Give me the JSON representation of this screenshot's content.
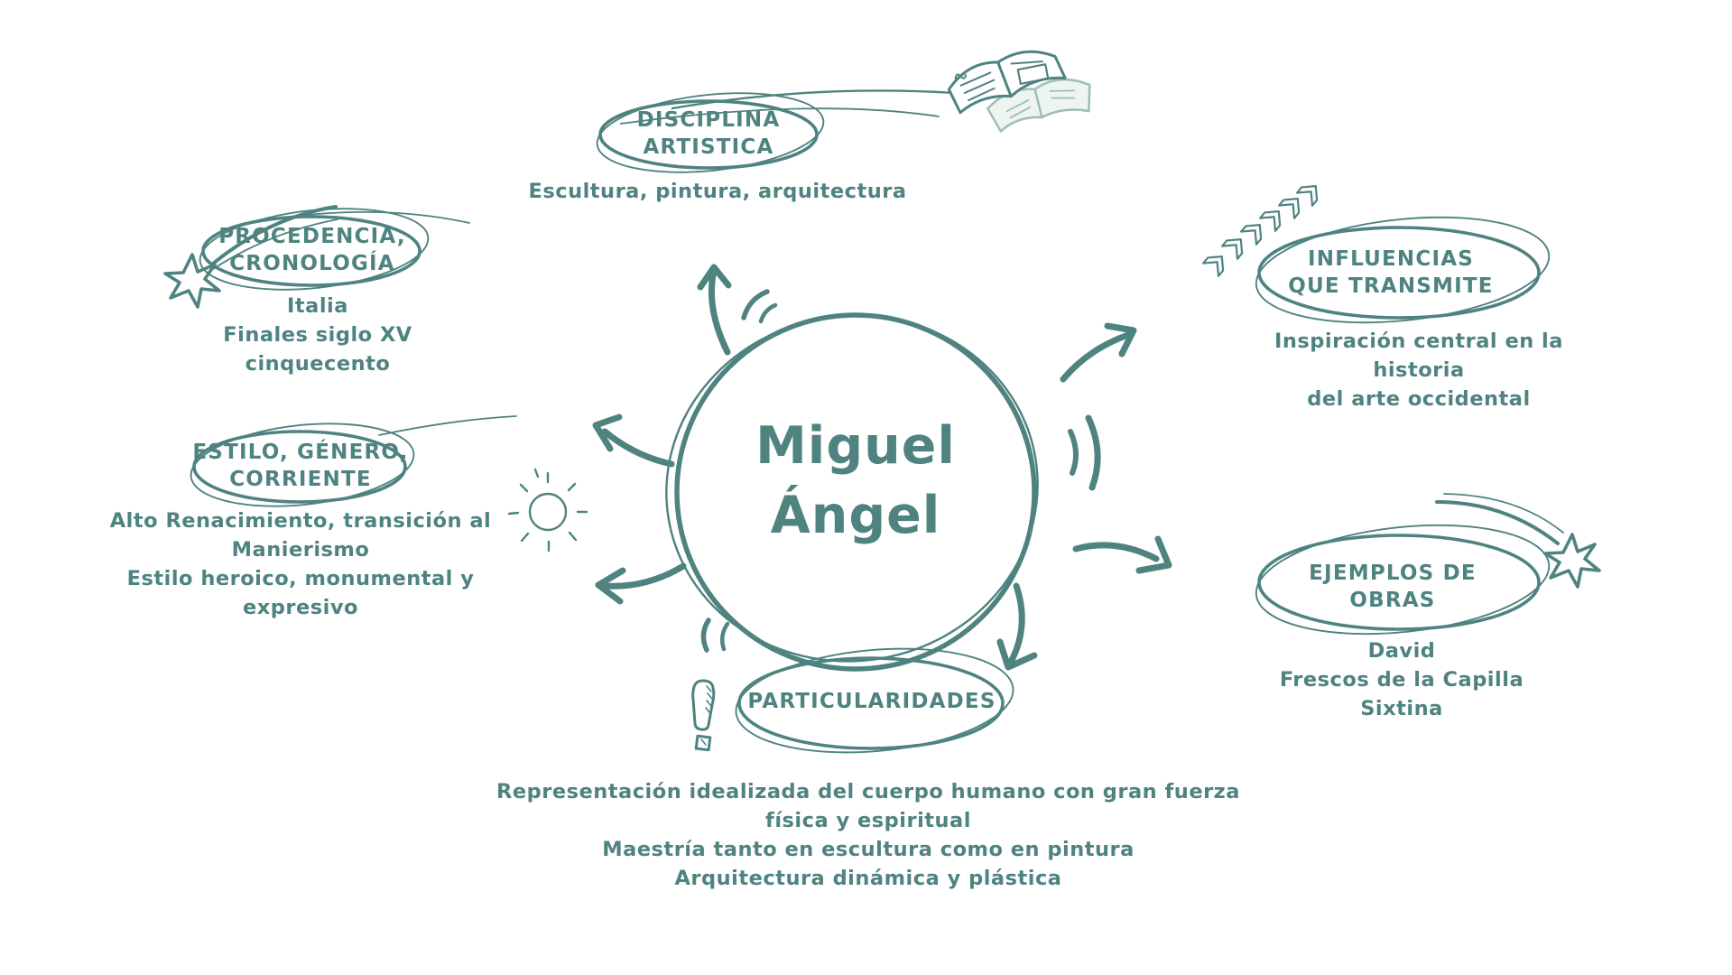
{
  "title": "Miguel Ángel mind map",
  "colors": {
    "ink": "#4e8380",
    "ink_light": "#9cbfb2",
    "paper": "#ffffff",
    "book_fill": "#eef4f0",
    "page_tint": "#dce9e3"
  },
  "center": {
    "title": "Miguel\nÁngel"
  },
  "nodes": {
    "disciplina": {
      "label": "DISCIPLINA\nARTISTICA",
      "detail": "Escultura, pintura, arquitectura"
    },
    "procedencia": {
      "label": "PROCEDENCIA,\nCRONOLOGÍA",
      "detail": "Italia\nFinales siglo XV\ncinquecento"
    },
    "estilo": {
      "label": "ESTILO, GÉNERO,\nCORRIENTE",
      "detail": "Alto Renacimiento, transición al\nManierismo\nEstilo heroico, monumental y\nexpresivo"
    },
    "influencias": {
      "label": "INFLUENCIAS\nQUE TRANSMITE",
      "detail": "Inspiración central en la historia\ndel arte occidental"
    },
    "ejemplos": {
      "label": "EJEMPLOS DE\nOBRAS",
      "detail": "David\nFrescos de la Capilla Sixtina"
    },
    "particularidades": {
      "label": "PARTICULARIDADES",
      "detail": "Representación idealizada del cuerpo humano con gran fuerza\nfísica y espiritual\nMaestría tanto en escultura como en pintura\nArquitectura dinámica y plástica"
    }
  },
  "icons": [
    "open-book",
    "shooting-star-left",
    "shooting-star-right",
    "chevron-arrows",
    "sun",
    "exclamation-mark",
    "sound-waves"
  ]
}
